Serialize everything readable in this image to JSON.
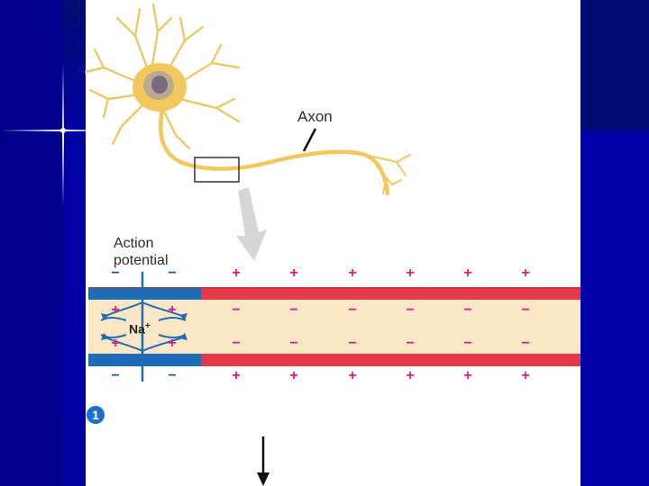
{
  "labels": {
    "axon": "Axon",
    "action_potential_line1": "Action",
    "action_potential_line2": "potential",
    "ion": "Na",
    "ion_charge": "+",
    "step_number": "1"
  },
  "signs": {
    "plus": "+",
    "minus": "−"
  },
  "colors": {
    "slide_background": "#0000a0",
    "panel": "#ffffff",
    "neuron": "#f2c75c",
    "depolarized_membrane": "#1d6cb5",
    "resting_membrane": "#e53a45",
    "cytoplasm": "#fbe7c6",
    "charge_sign": "#d81b8a",
    "arrow": "#1d6cb5"
  }
}
